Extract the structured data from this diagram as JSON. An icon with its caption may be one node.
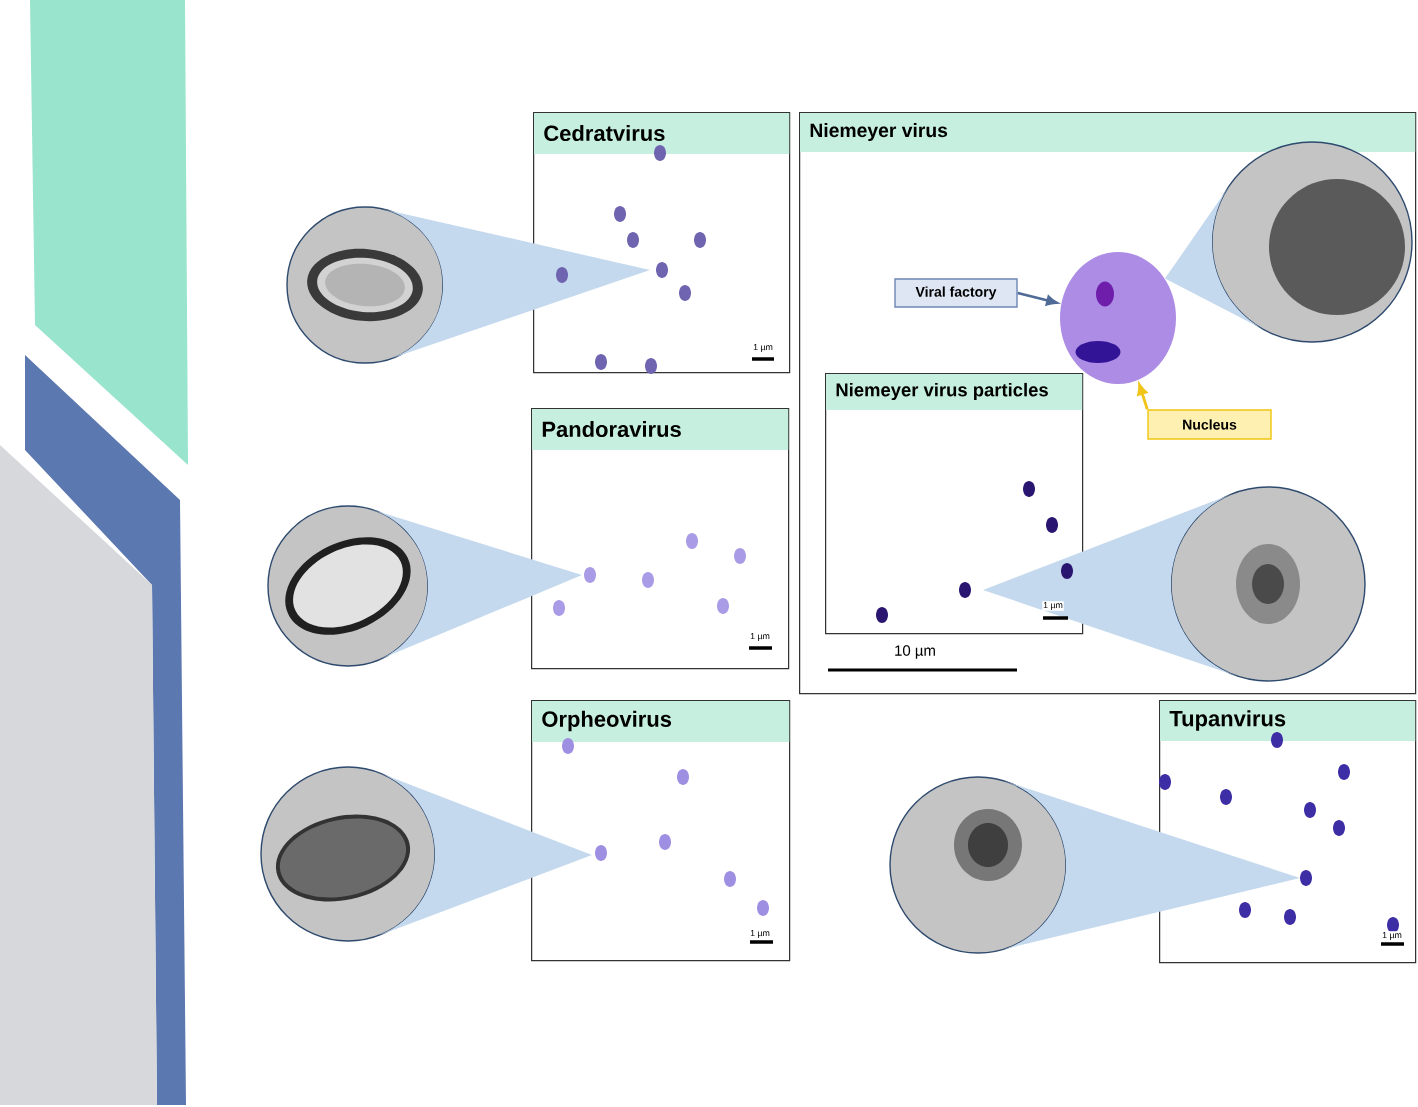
{
  "diagram": {
    "nodes": [
      {
        "text": [
          "Cedratvirus"
        ]
      },
      {
        "text": [],
        "shape": "picture"
      },
      {
        "text": [
          "Pandoravirus"
        ]
      },
      {
        "text": [],
        "shape": "picture"
      },
      {
        "text": [
          "Orpheovirus"
        ]
      },
      {
        "text": [],
        "shape": "picture"
      },
      {
        "text": [
          "Niemeyer virus"
        ]
      },
      {
        "text": [],
        "shape": "picture",
        "in": 6
      },
      {
        "text": [
          "Viral factory"
        ],
        "in": 6
      },
      {
        "text": [
          "Nucleus"
        ],
        "in": 6
      },
      {
        "text": [],
        "shape": "picture",
        "in": 6
      },
      {
        "text": [
          "Niemeyer virus particles"
        ],
        "in": 6
      },
      {
        "text": [],
        "shape": "picture",
        "in": 6
      },
      {
        "text": [
          "Tupanvirus"
        ]
      },
      {
        "text": [],
        "shape": "picture"
      }
    ],
    "edges": [
      {
        "from": 1,
        "to": 0,
        "arrow": "none"
      },
      {
        "from": 3,
        "to": 2,
        "arrow": "none"
      },
      {
        "from": 5,
        "to": 4,
        "arrow": "none"
      },
      {
        "from": 10,
        "to": 7,
        "arrow": "none"
      },
      {
        "from": 8,
        "to": 7,
        "arrow": "to",
        "color": "#4f6b96"
      },
      {
        "from": 9,
        "to": 7,
        "arrow": "to",
        "color": "#f0c419"
      },
      {
        "from": 12,
        "to": 11,
        "arrow": "none"
      },
      {
        "from": 14,
        "to": 13,
        "arrow": "none"
      }
    ],
    "labels": [
      "1 µm",
      "1 µm",
      "1 µm",
      "10 µm",
      "1 µm",
      "1 µm"
    ]
  }
}
